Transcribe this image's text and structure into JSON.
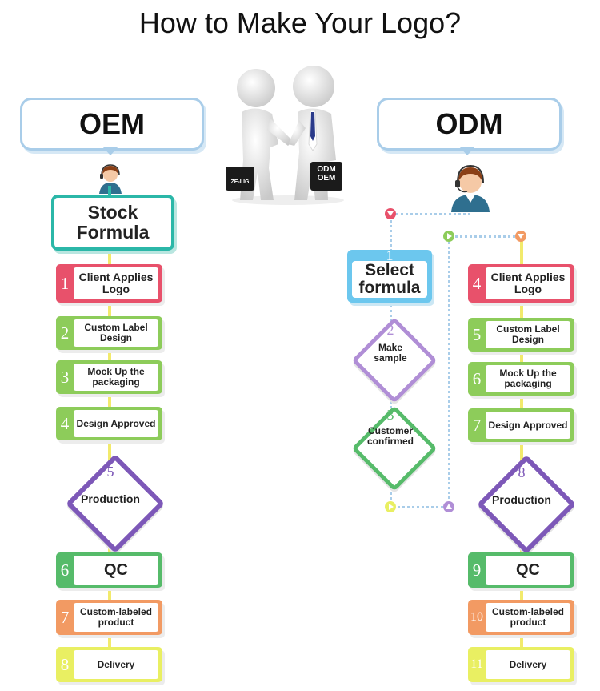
{
  "title": "How to Make Your Logo?",
  "oem": {
    "header": "OEM",
    "start": "Stock Formula",
    "steps": [
      {
        "num": "1",
        "label": "Client Applies Logo",
        "color": "#e8516b"
      },
      {
        "num": "2",
        "label": "Custom Label Design",
        "color": "#8dcc5a"
      },
      {
        "num": "3",
        "label": "Mock Up the packaging",
        "color": "#8dcc5a"
      },
      {
        "num": "4",
        "label": "Design Approved",
        "color": "#8dcc5a"
      },
      {
        "num": "5",
        "label": "Production",
        "color": "#7d58b8"
      },
      {
        "num": "6",
        "label": "QC",
        "color": "#56bb6a"
      },
      {
        "num": "7",
        "label": "Custom-labeled product",
        "color": "#f29a63"
      },
      {
        "num": "8",
        "label": "Delivery",
        "color": "#e9ef62"
      }
    ]
  },
  "odm": {
    "header": "ODM",
    "select": {
      "num": "1",
      "label": "Select formula",
      "color": "#6cc7ee"
    },
    "make_sample": {
      "num": "2",
      "label": "Make sample",
      "color": "#b08ed6"
    },
    "confirmed": {
      "num": "3",
      "label": "Customer confirmed",
      "color": "#56bb6a"
    },
    "steps": [
      {
        "num": "4",
        "label": "Client Applies Logo",
        "color": "#e8516b"
      },
      {
        "num": "5",
        "label": "Custom Label Design",
        "color": "#8dcc5a"
      },
      {
        "num": "6",
        "label": "Mock Up the packaging",
        "color": "#8dcc5a"
      },
      {
        "num": "7",
        "label": "Design Approved",
        "color": "#8dcc5a"
      },
      {
        "num": "8",
        "label": "Production",
        "color": "#7d58b8"
      },
      {
        "num": "9",
        "label": "QC",
        "color": "#56bb6a"
      },
      {
        "num": "10",
        "label": "Custom-labeled product",
        "color": "#f29a63"
      },
      {
        "num": "11",
        "label": "Delivery",
        "color": "#e9ef62"
      }
    ]
  },
  "illustration": {
    "left_case": "ZE-LIG",
    "right_case": "ODM OEM"
  },
  "icons": [
    "headset-agent-icon",
    "handshake-illustration"
  ]
}
